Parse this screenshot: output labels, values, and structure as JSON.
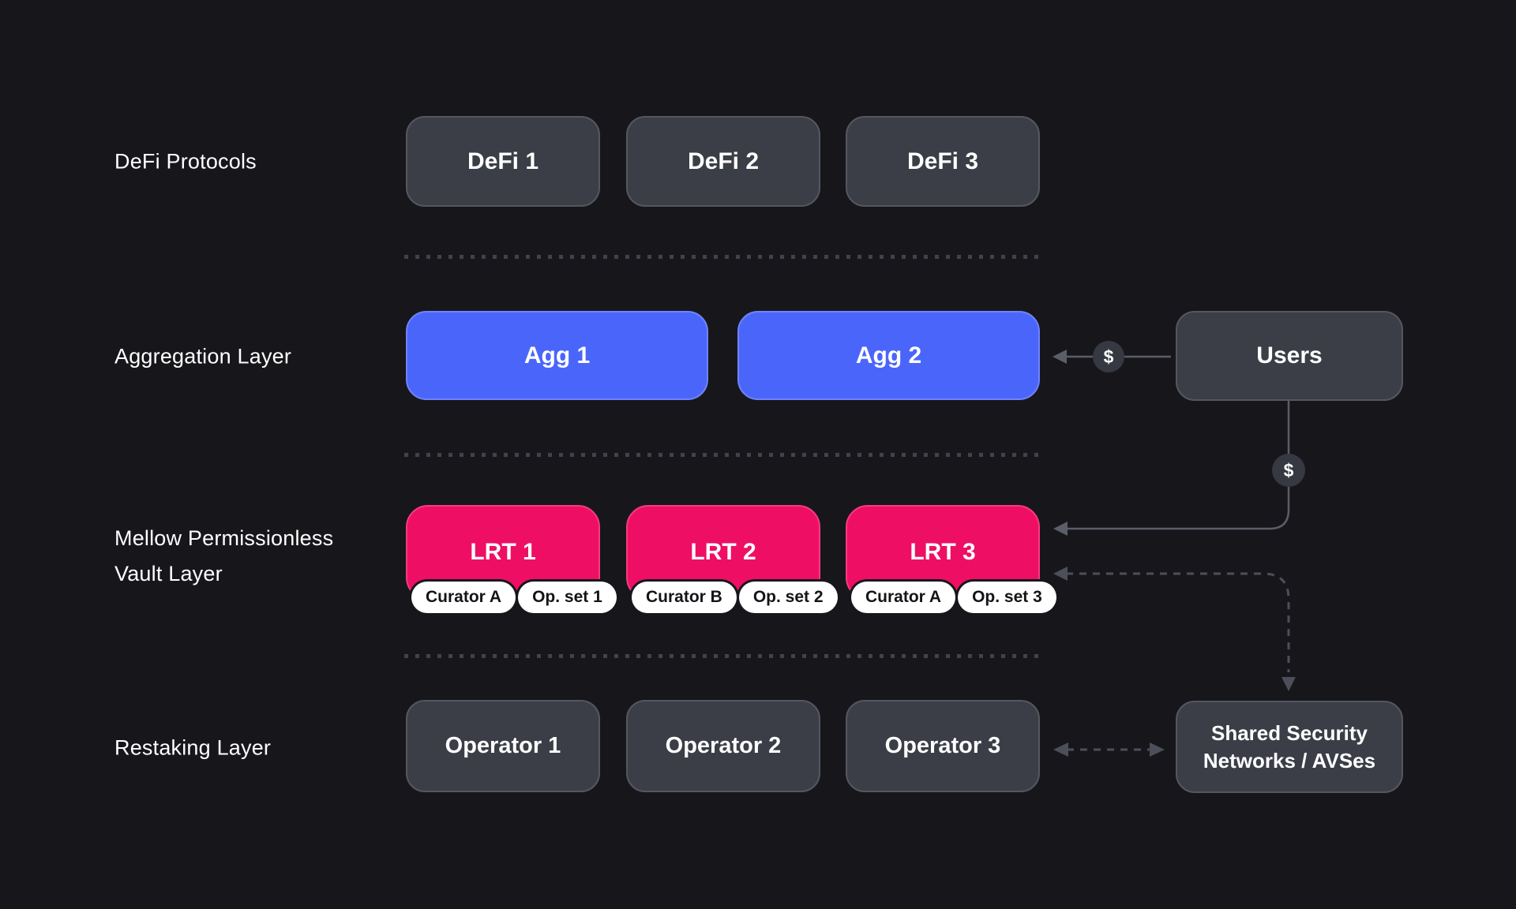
{
  "background": "#17171b",
  "palette": {
    "box_fill": "#3b3e47",
    "box_border": "#54575f",
    "accent_blue": "#4a66fa",
    "accent_blue_border": "#7083fb",
    "accent_pink": "#ee0f64",
    "accent_pink_border": "#f43b82",
    "badge_bg": "#ffffff",
    "badge_text": "#141418",
    "connector_solid": "#5b5e69",
    "connector_dashed": "#4c4f59",
    "separator_dash": "#40434b",
    "text_primary": "#ffffff"
  },
  "money_marker": "$",
  "rows": {
    "defi": {
      "label": "DeFi Protocols",
      "boxes": [
        "DeFi 1",
        "DeFi 2",
        "DeFi 3"
      ]
    },
    "aggregation": {
      "label": "Aggregation Layer",
      "boxes": [
        "Agg 1",
        "Agg 2"
      ]
    },
    "vault": {
      "label_lines": [
        "Mellow Permissionless",
        "Vault Layer"
      ],
      "vaults": [
        {
          "name": "LRT 1",
          "curator": "Curator A",
          "op_set": "Op. set 1"
        },
        {
          "name": "LRT 2",
          "curator": "Curator B",
          "op_set": "Op. set 2"
        },
        {
          "name": "LRT 3",
          "curator": "Curator A",
          "op_set": "Op. set 3"
        }
      ]
    },
    "restaking": {
      "label": "Restaking Layer",
      "operators": [
        "Operator 1",
        "Operator 2",
        "Operator 3"
      ]
    }
  },
  "users_box": {
    "label": "Users"
  },
  "shared_security_box": {
    "label_lines": [
      "Shared Security",
      "Networks / AVSes"
    ]
  }
}
